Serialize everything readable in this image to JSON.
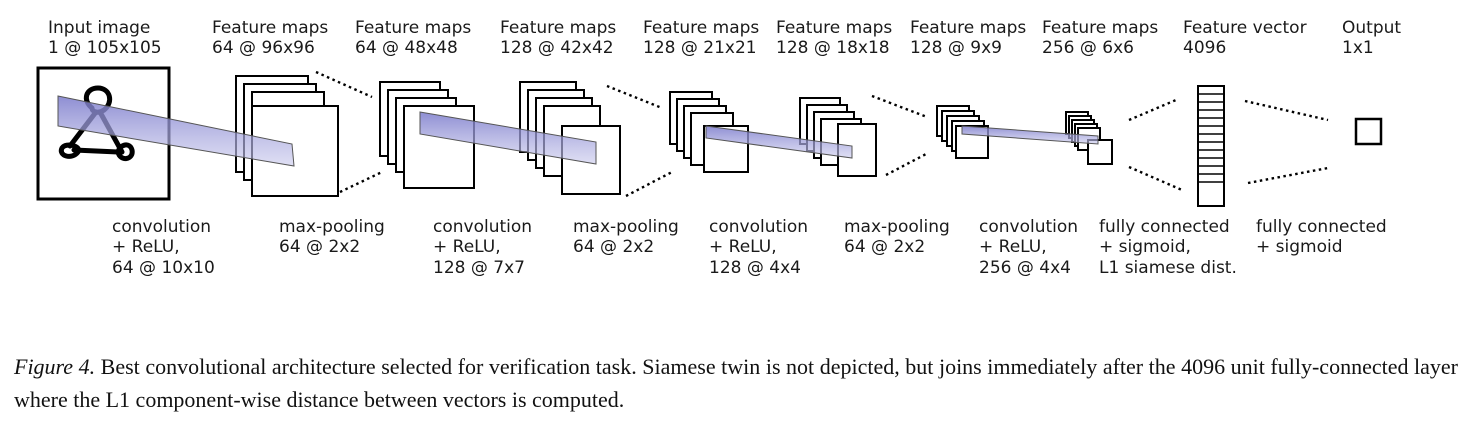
{
  "figure": {
    "top_labels": [
      {
        "title": "Input image",
        "dims": "1 @ 105x105"
      },
      {
        "title": "Feature maps",
        "dims": "64 @ 96x96"
      },
      {
        "title": "Feature maps",
        "dims": "64 @ 48x48"
      },
      {
        "title": "Feature maps",
        "dims": "128 @ 42x42"
      },
      {
        "title": "Feature maps",
        "dims": "128 @ 21x21"
      },
      {
        "title": "Feature maps",
        "dims": "128 @ 18x18"
      },
      {
        "title": "Feature maps",
        "dims": "128 @ 9x9"
      },
      {
        "title": "Feature maps",
        "dims": "256 @ 6x6"
      },
      {
        "title": "Feature vector",
        "dims": "4096"
      },
      {
        "title": "Output",
        "dims": "1x1"
      }
    ],
    "operations": [
      {
        "lines": [
          "convolution",
          "+ ReLU,",
          "64 @ 10x10"
        ]
      },
      {
        "lines": [
          "max-pooling",
          "64 @ 2x2"
        ]
      },
      {
        "lines": [
          "convolution",
          "+ ReLU,",
          "128 @ 7x7"
        ]
      },
      {
        "lines": [
          "max-pooling",
          "64 @ 2x2"
        ]
      },
      {
        "lines": [
          "convolution",
          "+ ReLU,",
          "128 @ 4x4"
        ]
      },
      {
        "lines": [
          "max-pooling",
          "64 @ 2x2"
        ]
      },
      {
        "lines": [
          "convolution",
          "+ ReLU,",
          "256 @ 4x4"
        ]
      },
      {
        "lines": [
          "fully connected",
          "+ sigmoid,",
          "L1 siamese dist."
        ]
      },
      {
        "lines": [
          "fully connected",
          "+ sigmoid"
        ]
      }
    ],
    "colors": {
      "line": "#000000",
      "map_fill": "#ffffff",
      "kernel_fill": "#8e8ed6",
      "kernel_fill_light": "#d8d8f0",
      "dots": "#000000"
    }
  },
  "caption": {
    "lead": "Figure 4.",
    "text": " Best convolutional architecture selected for verification task.  Siamese twin is not depicted, but joins immediately after the 4096 unit fully-connected layer where the L1 component-wise distance between vectors is computed."
  }
}
